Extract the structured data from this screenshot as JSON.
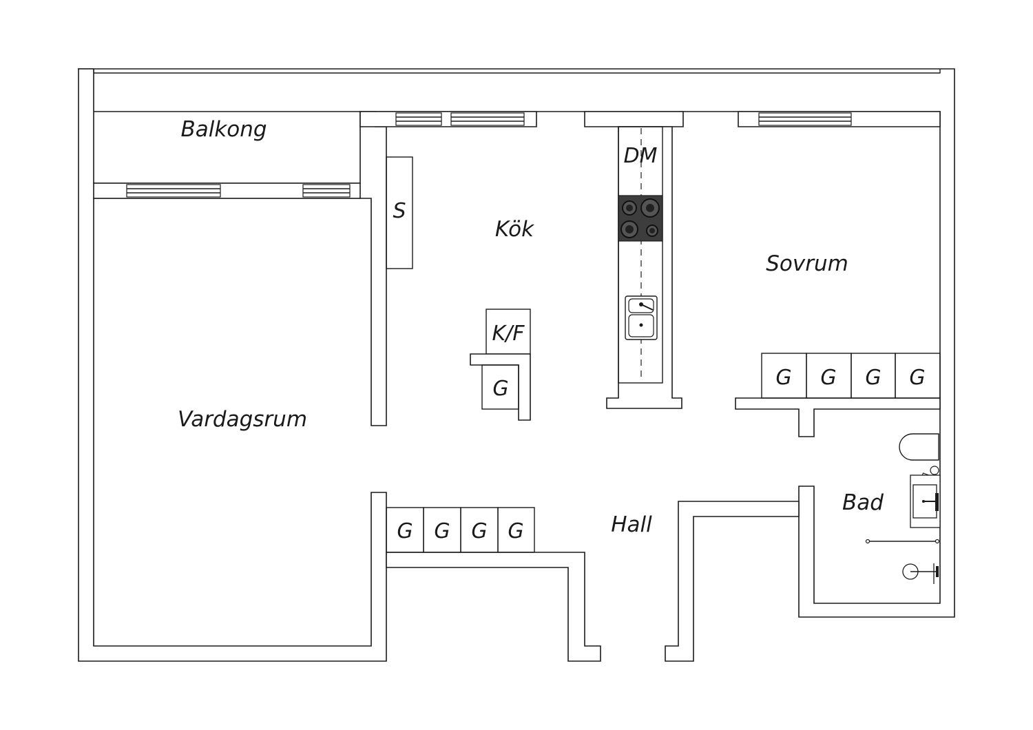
{
  "rooms": {
    "balkong": "Balkong",
    "kok": "Kök",
    "sovrum": "Sovrum",
    "vardagsrum": "Vardagsrum",
    "hall": "Hall",
    "bad": "Bad"
  },
  "fixtures": {
    "dishwasher": "DM",
    "storage": "S",
    "fridge_freezer": "K/F",
    "wardrobe": "G"
  }
}
